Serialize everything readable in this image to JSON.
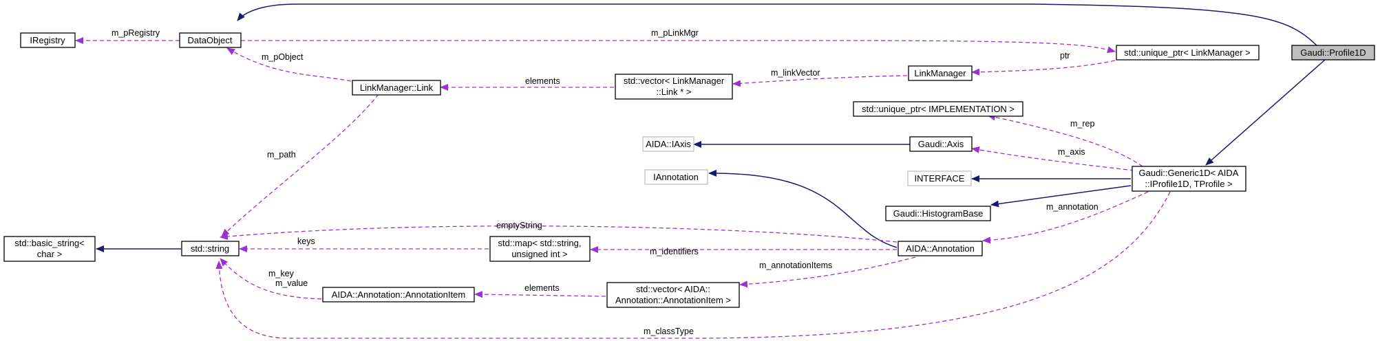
{
  "nodes": {
    "profile1d": "Gaudi::Profile1D",
    "dataobject": "DataObject",
    "iregistry": "IRegistry",
    "unique_ptr_linkmgr": "std::unique_ptr< LinkManager >",
    "linkmanager": "LinkManager",
    "linkmanager_link": "LinkManager::Link",
    "vector_link_1": "std::vector< LinkManager",
    "vector_link_2": "::Link * >",
    "unique_ptr_impl": "std::unique_ptr< IMPLEMENTATION >",
    "aida_iaxis": "AIDA::IAxis",
    "gaudi_axis": "Gaudi::Axis",
    "iannotation": "IAnnotation",
    "interface": "INTERFACE",
    "generic1d_1": "Gaudi::Generic1D< AIDA",
    "generic1d_2": "::IProfile1D, TProfile >",
    "histogrambase": "Gaudi::HistogramBase",
    "basic_string_1": "std::basic_string<",
    "basic_string_2": "char >",
    "std_string": "std::string",
    "map_1": "std::map< std::string,",
    "map_2": "unsigned int >",
    "aida_annotation": "AIDA::Annotation",
    "annotationitem": "AIDA::Annotation::AnnotationItem",
    "vector_item_1": "std::vector< AIDA::",
    "vector_item_2": "Annotation::AnnotationItem >"
  },
  "edge_labels": {
    "m_pRegistry": "m_pRegistry",
    "m_pLinkMgr": "m_pLinkMgr",
    "m_pObject": "m_pObject",
    "ptr": "ptr",
    "elements_link": "elements",
    "m_linkVector": "m_linkVector",
    "m_path": "m_path",
    "m_rep": "m_rep",
    "m_axis": "m_axis",
    "m_annotation": "m_annotation",
    "emptyString": "emptyString",
    "keys": "keys",
    "m_identifiers": "m_identifiers",
    "m_annotationItems": "m_annotationItems",
    "m_key": "m_key",
    "m_value": "m_value",
    "elements_item": "elements",
    "m_classType": "m_classType"
  },
  "colors": {
    "inheritance_edge": "#191970",
    "usage_edge": "#9a32cd",
    "focus_node_fill": "#bfbfbf",
    "external_node_border": "#bfbfbf"
  }
}
